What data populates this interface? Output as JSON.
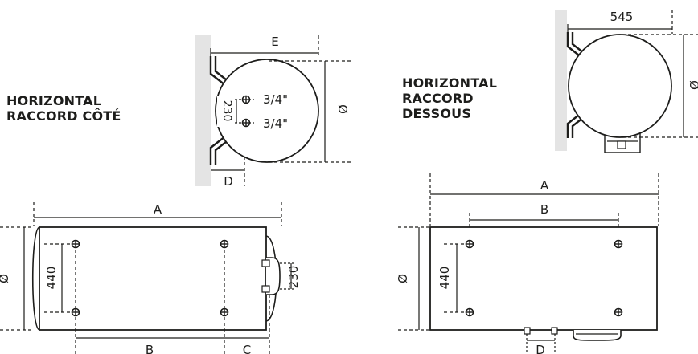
{
  "titles": {
    "side": [
      "HORIZONTAL",
      "RACCORD CÔTÉ"
    ],
    "bottom": [
      "HORIZONTAL",
      "RACCORD",
      "DESSOUS"
    ]
  },
  "side_view": {
    "width_label": "E",
    "diameter_label": "Ø",
    "pipe_spacing_label": "230",
    "pipe_top_label": "3/4\"",
    "pipe_bottom_label": "3/4\"",
    "offset_label": "D"
  },
  "bottom_view": {
    "width_label": "545",
    "diameter_label": "Ø"
  },
  "side_plan": {
    "length_label": "A",
    "diameter_label": "Ø",
    "height_label": "440",
    "spacing_label": "230",
    "base_label": "B",
    "end_label": "C"
  },
  "bottom_plan": {
    "length_label": "A",
    "inner_label": "B",
    "diameter_label": "Ø",
    "height_label": "440",
    "pipe_label": "D"
  },
  "colors": {
    "line": "#1d1d1b",
    "wall": "#e4e4e4"
  }
}
